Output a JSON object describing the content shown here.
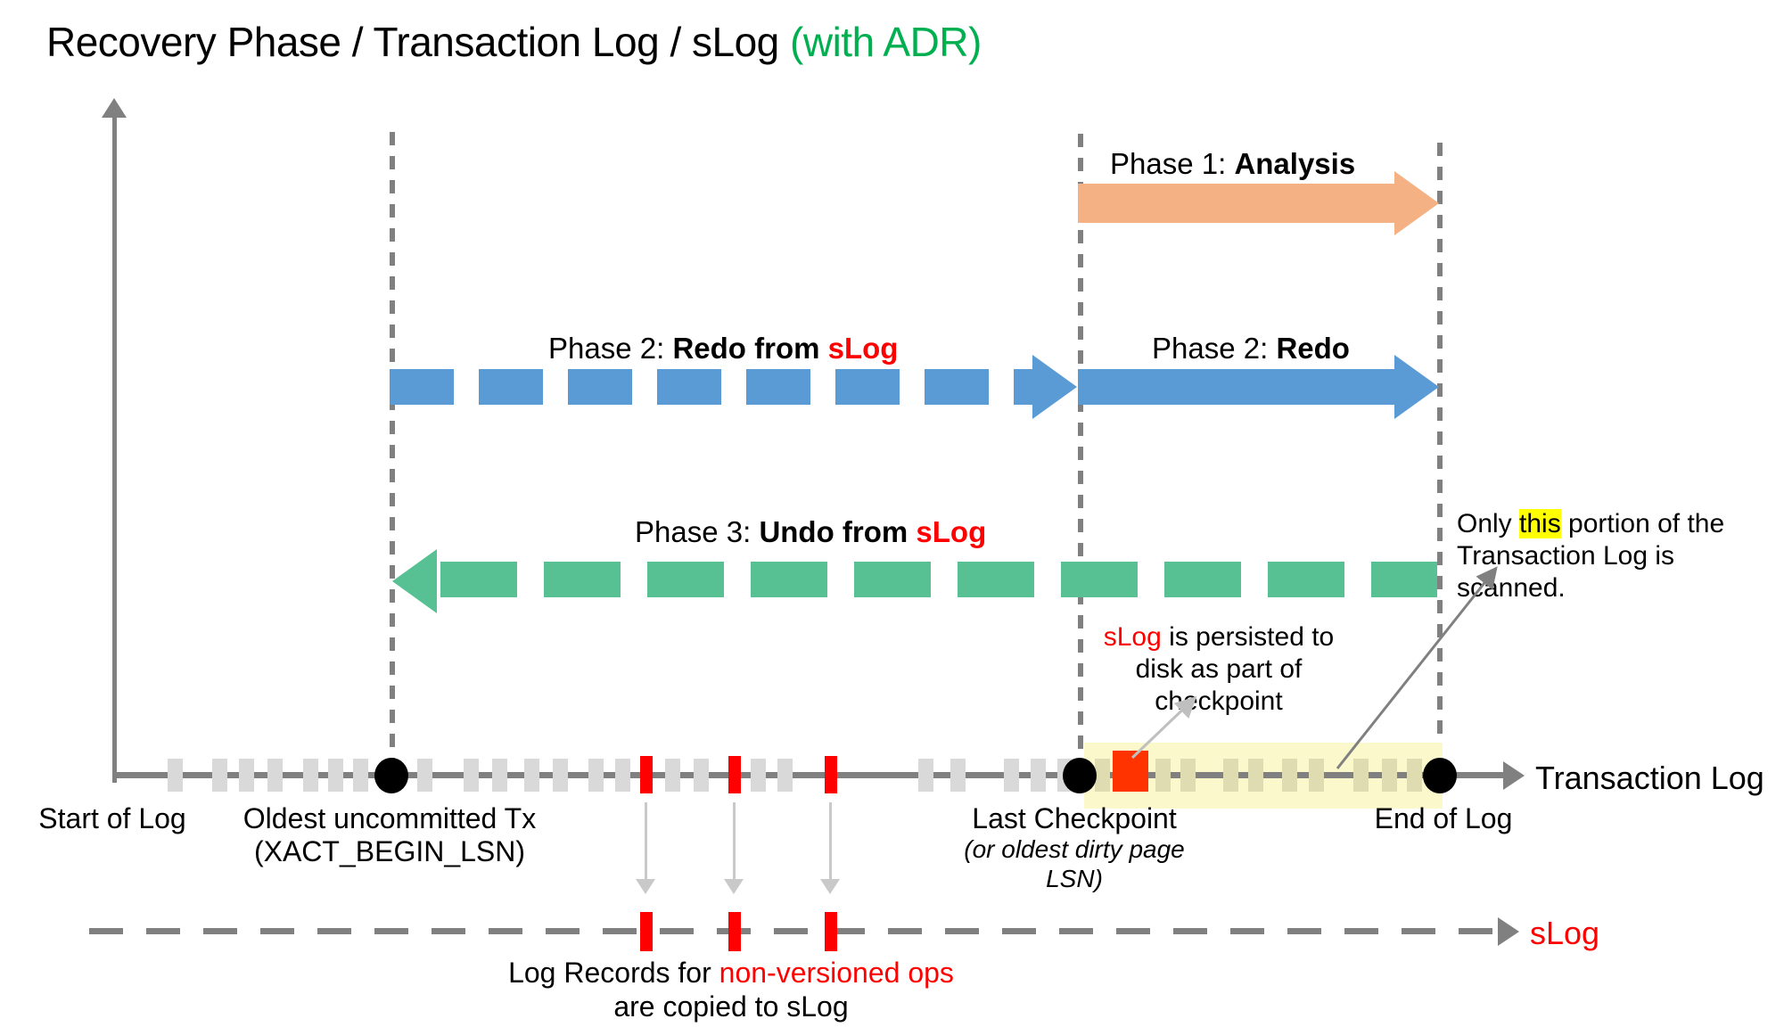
{
  "title": {
    "main": "Recovery Phase / Transaction Log / sLog ",
    "suffix": "(with ADR)"
  },
  "phases": [
    {
      "id": "analysis",
      "prefix": "Phase 1: ",
      "name": "Analysis",
      "style": "solid",
      "color": "#F4B183",
      "direction": "right"
    },
    {
      "id": "redo-from-slog",
      "prefix": "Phase 2: ",
      "name": "Redo from ",
      "name_accent": "sLog",
      "style": "dashed",
      "color": "#5B9BD5",
      "direction": "right"
    },
    {
      "id": "redo",
      "prefix": "Phase 2: ",
      "name": "Redo",
      "style": "solid",
      "color": "#5B9BD5",
      "direction": "right"
    },
    {
      "id": "undo-from-slog",
      "prefix": "Phase 3: ",
      "name": "Undo from ",
      "name_accent": "sLog",
      "style": "dashed",
      "color": "#57C193",
      "direction": "left"
    }
  ],
  "timeline": {
    "axis_label": "Transaction Log",
    "slog_axis_label": "sLog",
    "markers": [
      {
        "id": "start-of-log",
        "label": "Start of Log"
      },
      {
        "id": "oldest-uncommitted-tx",
        "label": "Oldest uncommitted Tx",
        "sublabel": "(XACT_BEGIN_LSN)"
      },
      {
        "id": "last-checkpoint",
        "label": "Last Checkpoint",
        "sublabel": "(or oldest dirty page",
        "sublabel2": "LSN)"
      },
      {
        "id": "end-of-log",
        "label": "End of Log"
      }
    ]
  },
  "notes": {
    "slog_persist": {
      "accent": "sLog",
      "rest": " is persisted to",
      "line2": "disk as part of",
      "line3": "checkpoint"
    },
    "scanned": {
      "pre": "Only ",
      "highlight": "this",
      "post": " portion of the",
      "line2": "Transaction Log is scanned."
    },
    "copied": {
      "pre": "Log Records for ",
      "accent": "non-versioned ops",
      "line2": "are copied to sLog"
    }
  },
  "colors": {
    "accent_red": "#FF0000",
    "accent_green": "#00B050",
    "orange": "#F4B183",
    "blue": "#5B9BD5",
    "green": "#57C193",
    "highlight_yellow": "#FFFF00",
    "scan_band": "#FBF8CC",
    "gray": "#808080",
    "tick_gray": "#D9D9D9"
  }
}
